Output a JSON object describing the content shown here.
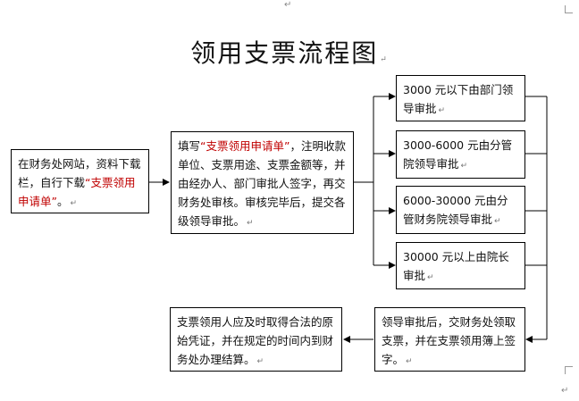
{
  "title": "领用支票流程图",
  "paragraph_mark": "↵",
  "step1": {
    "pre": "在财务处网站，资料下载栏，自行下载",
    "highlight": "“支票领用申请单”",
    "post": "。"
  },
  "step2": {
    "pre": "填写",
    "highlight": "“支票领用申请单”",
    "post": "，注明收款单位、支票用途、支票金额等，并由经办人、部门审批人签字，再交财务处审核。审核完毕后，提交各级领导审批。"
  },
  "approvals": [
    "3000  元以下由部门领导审批",
    "3000-6000 元由分管院领导审批",
    "6000-30000 元由分管财务院领导审批",
    "30000 元以上由院长审批"
  ],
  "step4": "领导审批后，交财务处领取支票，并在支票领用簿上签字。",
  "step5": "支票领用人应及时取得合法的原始凭证，并在规定的时间内到财务处办理结算。"
}
